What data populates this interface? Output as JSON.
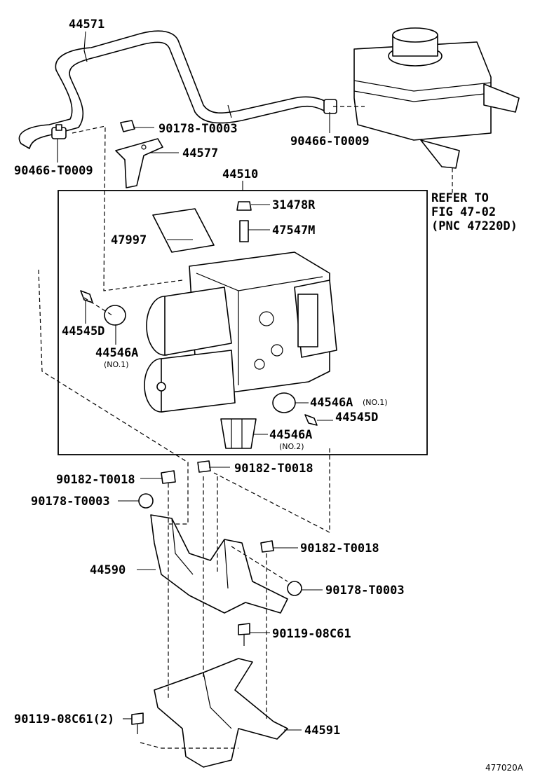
{
  "labels": {
    "p44571": "44571",
    "p90178_top": "90178-T0003",
    "p90466_right": "90466-T0009",
    "p90466_left": "90466-T0009",
    "p44577": "44577",
    "p44510": "44510",
    "p31478r": "31478R",
    "p47547m": "47547M",
    "p47997": "47997",
    "p44545d_left": "44545D",
    "p44546a_left": "44546A",
    "p44546a_left_note": "(NO.1)",
    "p44546a_right": "44546A",
    "p44546a_right_note": "(NO.1)",
    "p44545d_right": "44545D",
    "p44546a_bottom": "44546A",
    "p44546a_bottom_note": "(NO.2)",
    "p90182_a": "90182-T0018",
    "p90182_b": "90182-T0018",
    "p90178_mid": "90178-T0003",
    "p90182_c": "90182-T0018",
    "p44590": "44590",
    "p90178_low": "90178-T0003",
    "p90119_right": "90119-08C61",
    "p90119_left": "90119-08C61(2)",
    "p44591": "44591"
  },
  "refer": {
    "line1": "REFER TO",
    "line2": "FIG 47-02",
    "line3": "(PNC 47220D)"
  },
  "figure_id": "477020A",
  "colors": {
    "ink": "#000000",
    "paper": "#ffffff"
  }
}
